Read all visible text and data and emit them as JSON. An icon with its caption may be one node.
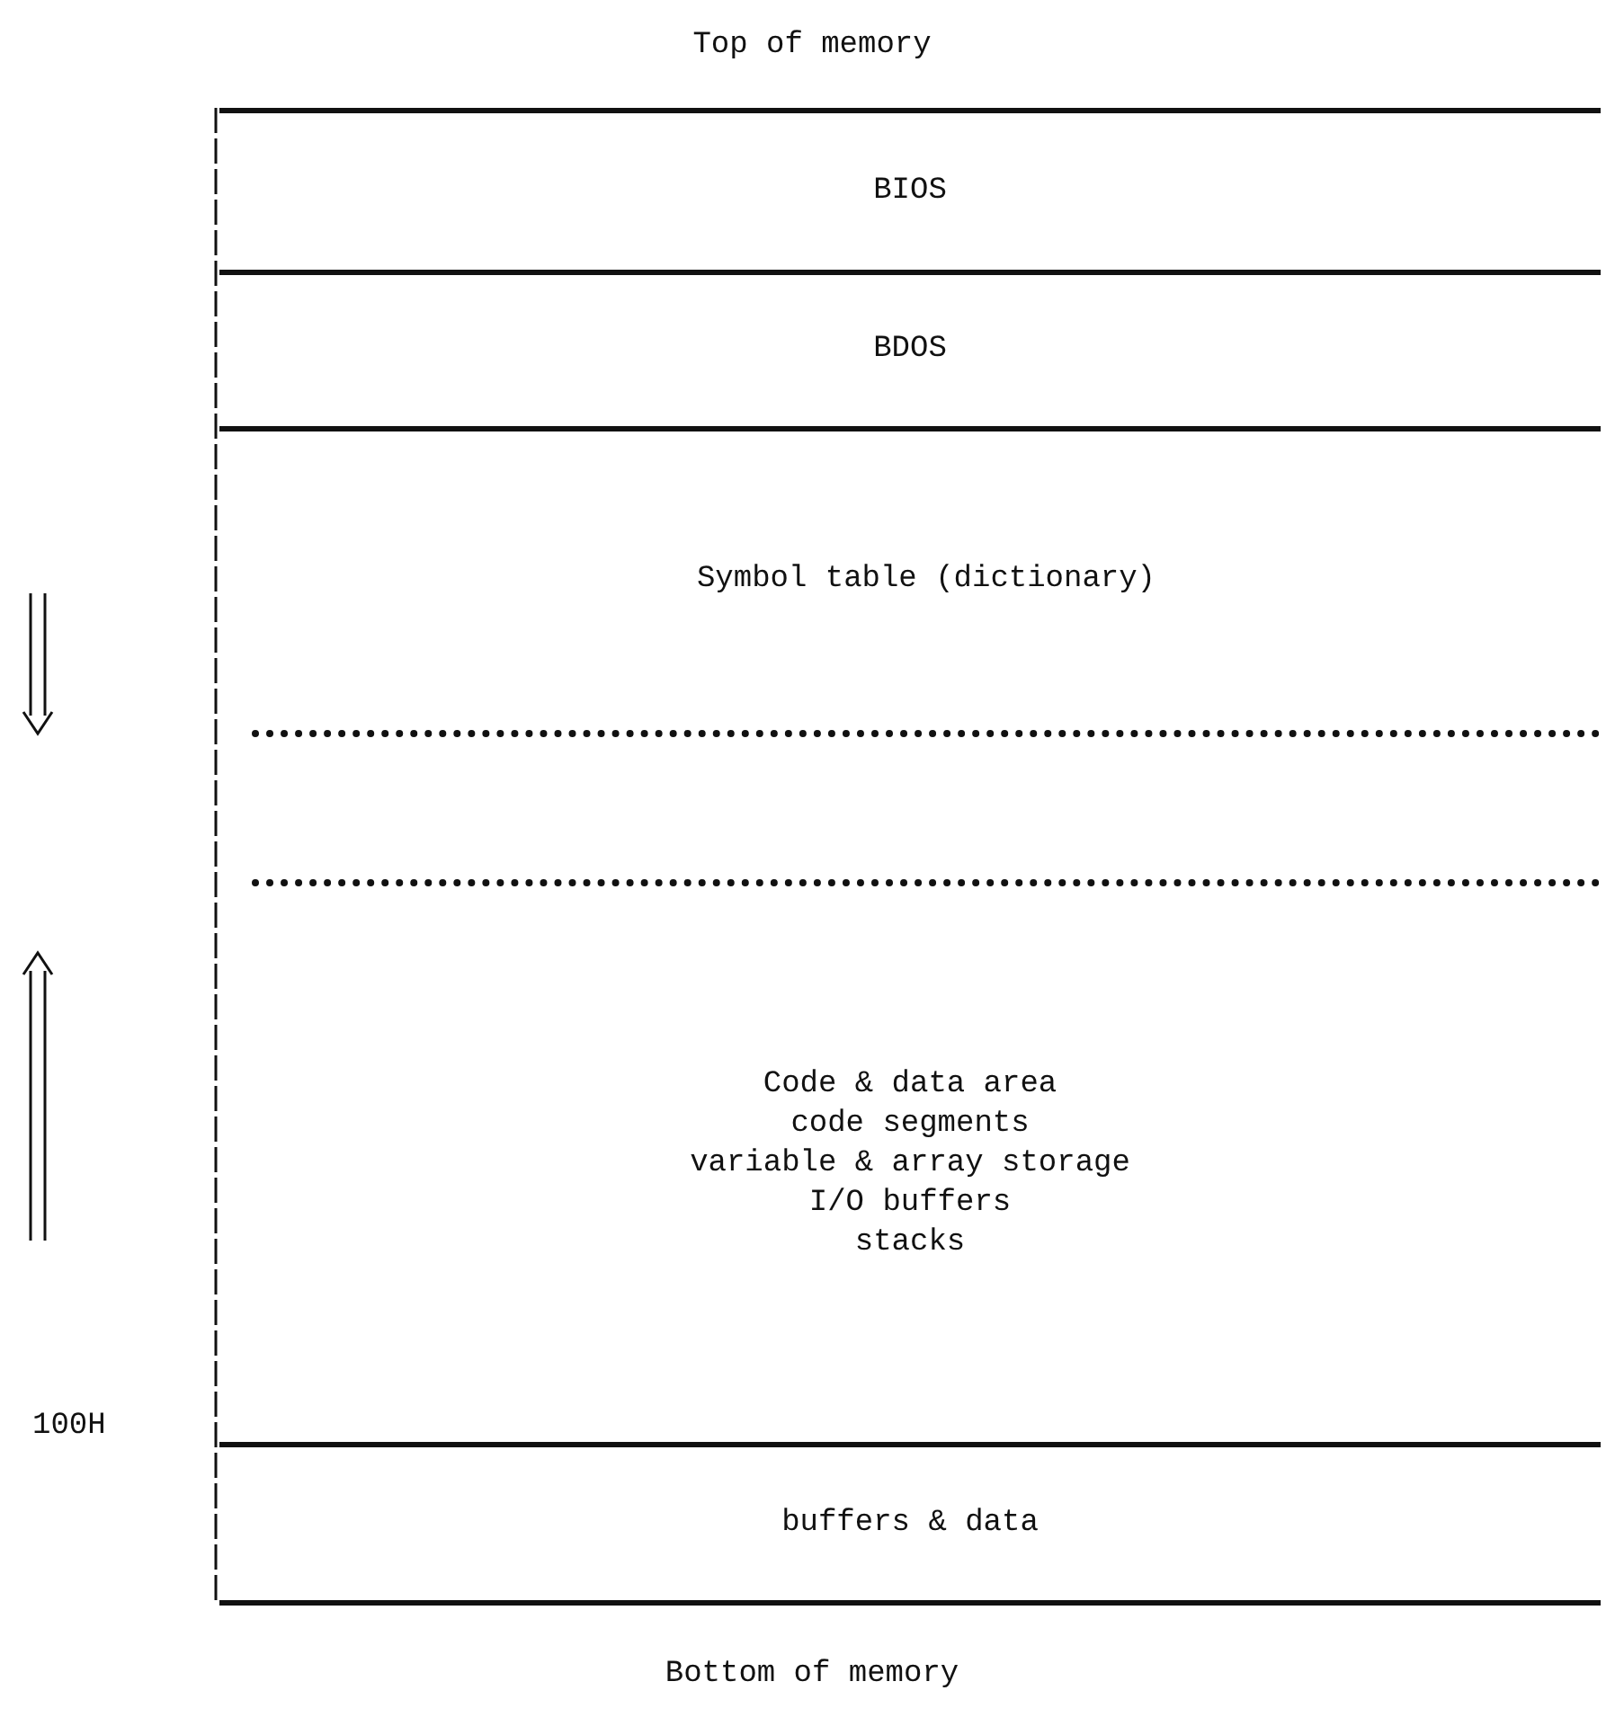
{
  "diagram": {
    "title": "Top of memory",
    "caption": "Bottom of memory",
    "nodes": [
      {
        "text": [
          "BIOS"
        ]
      },
      {
        "text": [
          "BDOS"
        ]
      },
      {
        "text": [
          "Symbol table (dictionary)"
        ]
      },
      {
        "text": [],
        "shape": "box"
      },
      {
        "text": [
          "Code & data area",
          "code segments",
          "variable & array storage",
          "I/O buffers",
          "stacks"
        ]
      },
      {
        "text": [
          "buffers & data"
        ]
      }
    ],
    "labels": [
      "100H"
    ]
  }
}
